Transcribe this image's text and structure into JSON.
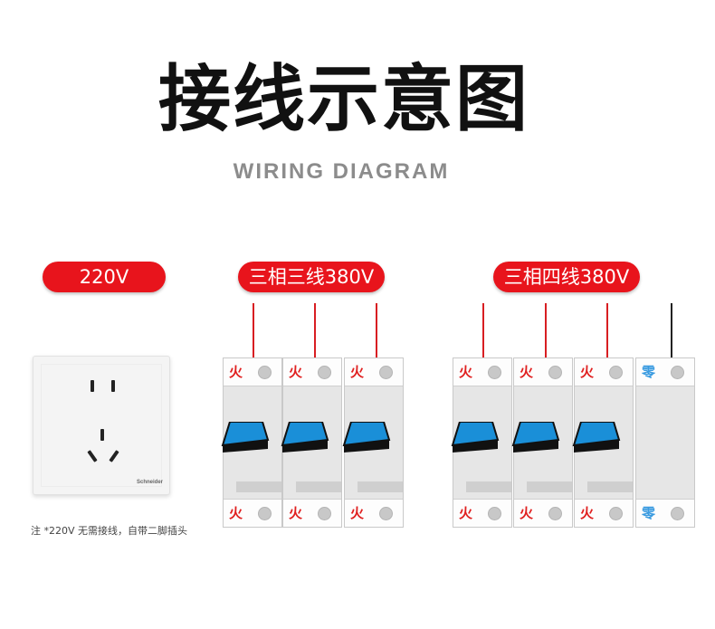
{
  "header": {
    "title": "接线示意图",
    "subtitle": "WIRING DIAGRAM"
  },
  "groups": {
    "single_phase": {
      "label": "220V",
      "note": "注 *220V 无需接线，自带二脚插头",
      "brand": "Schneider"
    },
    "three_phase_three_wire": {
      "label": "三相三线380V",
      "terminals": [
        "火",
        "火",
        "火"
      ]
    },
    "three_phase_four_wire": {
      "label": "三相四线380V",
      "terminals": [
        "火",
        "火",
        "火",
        "零"
      ]
    }
  },
  "colors": {
    "pill": "#e8141c",
    "live_wire": "#d81e22",
    "neutral_wire": "#222222",
    "live_label": "#e02020",
    "neutral_label": "#3a9be0",
    "toggle": "#1a8fd8"
  }
}
